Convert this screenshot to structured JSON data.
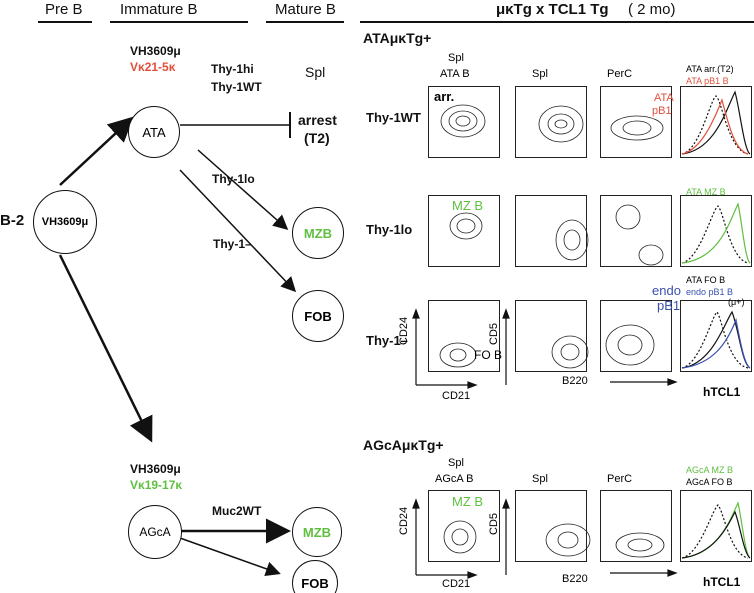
{
  "header": {
    "pre_b": "Pre B",
    "immature_b": "Immature B",
    "mature_b": "Mature B",
    "experiment": "μκTg x TCL1 Tg",
    "age": "( 2 mo)"
  },
  "lineage": {
    "b2_label": "B-2",
    "b2_vh": "VH3609μ",
    "ata_node": "ATA",
    "ata_vh": "VH3609μ",
    "ata_vk": "Vκ21-5κ",
    "thy_hi": "Thy-1hi",
    "thy_wt": "Thy-1WT",
    "spl": "Spl",
    "arrest": "arrest",
    "t2": "(T2)",
    "thy_lo": "Thy-1lo",
    "thy_neg": "Thy-1–",
    "mzb": "MZB",
    "fob": "FOB",
    "agca_vh": "VH3609μ",
    "agca_vk": "Vκ19-17κ",
    "agca_node": "AGcA",
    "muc2": "Muc2WT",
    "mzb2": "MZB",
    "fob2": "FOB"
  },
  "panels": {
    "ata_title": "ATAμκTg+",
    "agca_title": "AGcAμκTg+",
    "col1_top": "Spl",
    "col1_sub": "ATA B",
    "col1_sub_agca": "AGcA B",
    "col2": "Spl",
    "col3": "PerC",
    "row_wt": "Thy-1WT",
    "row_lo": "Thy-1lo",
    "row_neg": "Thy-1–",
    "gate_arr": "arr.",
    "gate_mzb": "MZ B",
    "gate_fob": "FO B",
    "gate_mzb2": "MZ B",
    "ata_pb1_1": "ATA",
    "ata_pb1_2": "pB1",
    "endo_pb1_1": "endo",
    "endo_pb1_2": "pB1",
    "axis_cd24": "CD24",
    "axis_cd21": "CD21",
    "axis_cd5": "CD5",
    "axis_b220": "B220",
    "axis_htcl1": "hTCL1",
    "leg1_a": "ATA  arr.(T2)",
    "leg1_b": "ATA  pB1  B",
    "leg2_a": "ATA  MZ  B",
    "leg3_a": "ATA  FO  B",
    "leg3_b": "endo pB1 B",
    "leg3_c": "(μ+)",
    "leg4_a": "AGcA  MZ  B",
    "leg4_b": "AGcA  FO  B"
  },
  "colors": {
    "green": "#5fbf3f",
    "red": "#e0503c",
    "blue": "#3a50b0",
    "black": "#111111"
  }
}
